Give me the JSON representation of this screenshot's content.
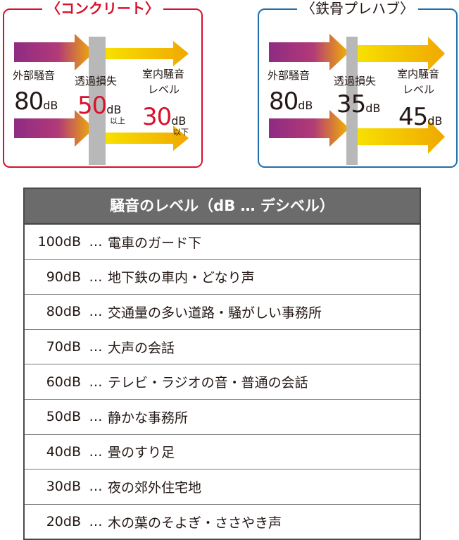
{
  "concrete": {
    "title": "〈コンクリート〉",
    "outside_label": "外部騒音",
    "outside_value": "80",
    "outside_unit": "dB",
    "loss_label": "透過損失",
    "loss_value": "50",
    "loss_unit": "dB",
    "loss_qualifier": "以上",
    "indoor_label_1": "室内騒音",
    "indoor_label_2": "レベル",
    "indoor_value": "30",
    "indoor_unit": "dB",
    "indoor_qualifier": "以下",
    "accent_color": "#d7112e"
  },
  "steel": {
    "title": "〈鉄骨プレハブ〉",
    "outside_label": "外部騒音",
    "outside_value": "80",
    "outside_unit": "dB",
    "loss_label": "透過損失",
    "loss_value": "35",
    "loss_unit": "dB",
    "indoor_label_1": "室内騒音",
    "indoor_label_2": "レベル",
    "indoor_value": "45",
    "indoor_unit": "dB",
    "accent_color": "#1f6fae"
  },
  "arrow_colors": {
    "outside": "#8e2b83",
    "outside_tip": "#f4b300",
    "indoor": "#f7c600",
    "wall": "#b8b8b8"
  },
  "table": {
    "header": "騒音のレベル（dB … デシベル）",
    "separator": "…",
    "rows": [
      {
        "level": "100dB",
        "description": "電車のガード下"
      },
      {
        "level": "90dB",
        "description": "地下鉄の車内・どなり声"
      },
      {
        "level": "80dB",
        "description": "交通量の多い道路・騒がしい事務所"
      },
      {
        "level": "70dB",
        "description": "大声の会話"
      },
      {
        "level": "60dB",
        "description": "テレビ・ラジオの音・普通の会話"
      },
      {
        "level": "50dB",
        "description": "静かな事務所"
      },
      {
        "level": "40dB",
        "description": "畳のすり足"
      },
      {
        "level": "30dB",
        "description": "夜の郊外住宅地"
      },
      {
        "level": "20dB",
        "description": "木の葉のそよぎ・ささやき声"
      }
    ]
  }
}
